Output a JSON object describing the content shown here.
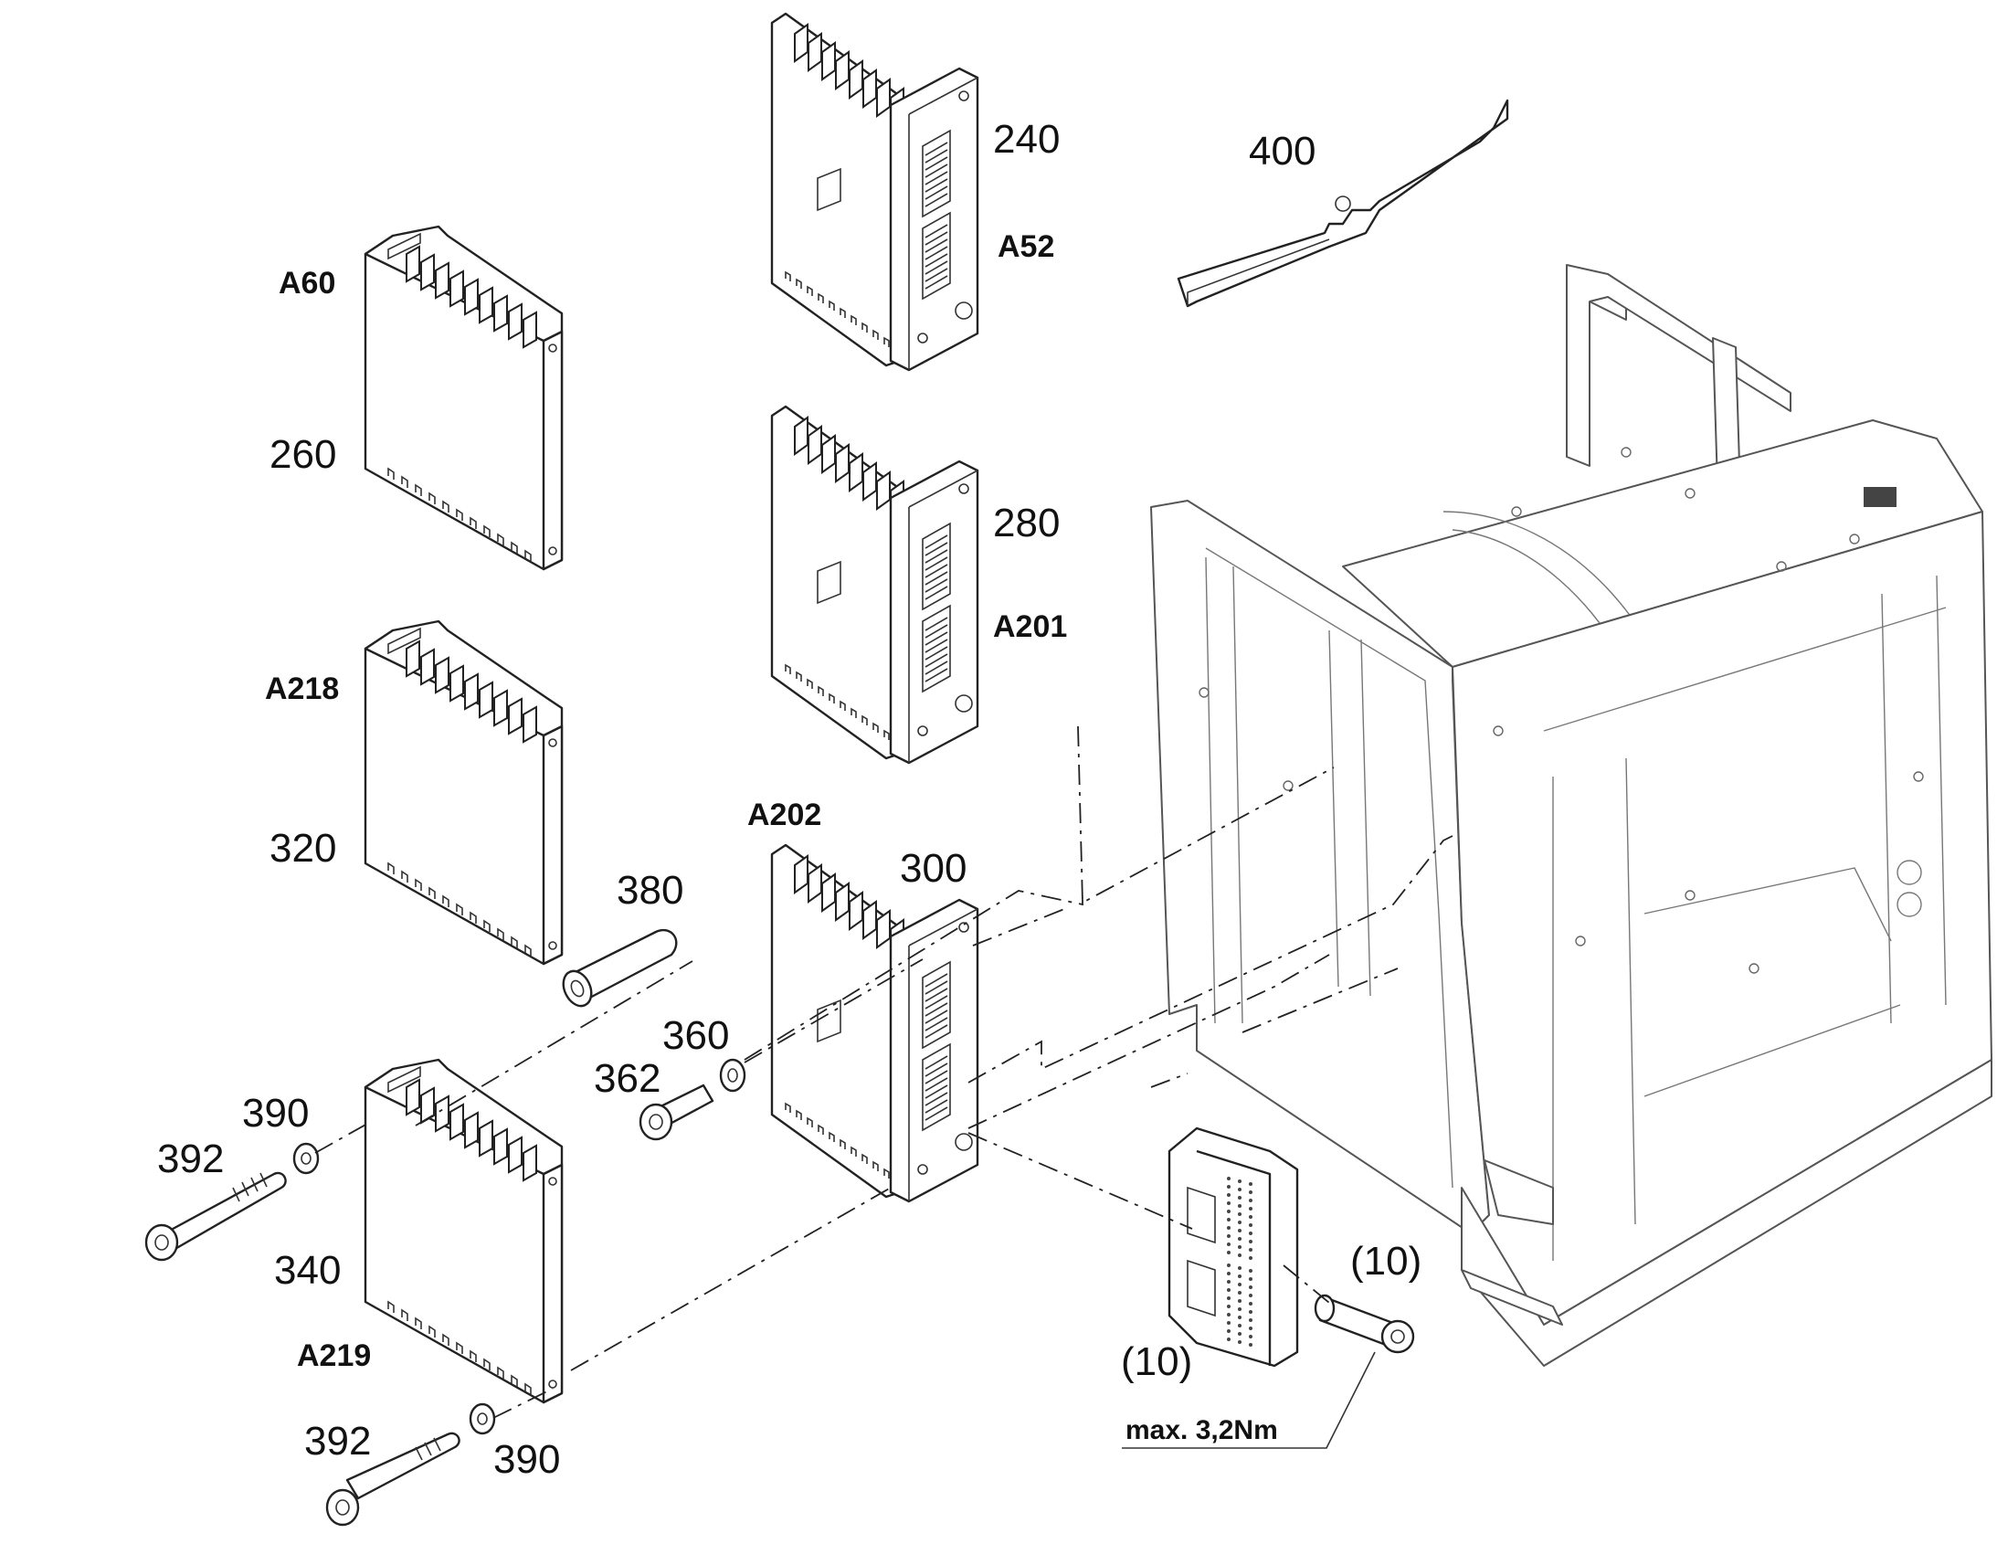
{
  "labels": {
    "a60": "A60",
    "n260": "260",
    "a218": "A218",
    "n320": "320",
    "a219": "A219",
    "n340": "340",
    "n240": "240",
    "a52": "A52",
    "n280": "280",
    "a201": "A201",
    "a202": "A202",
    "n300": "300",
    "n380": "380",
    "n360": "360",
    "n362": "362",
    "n390_top": "390",
    "n392_top": "392",
    "n390_bottom": "390",
    "n392_bottom": "392",
    "n400": "400",
    "n10_right": "(10)",
    "n10_left": "(10)",
    "torque": "max. 3,2Nm"
  }
}
